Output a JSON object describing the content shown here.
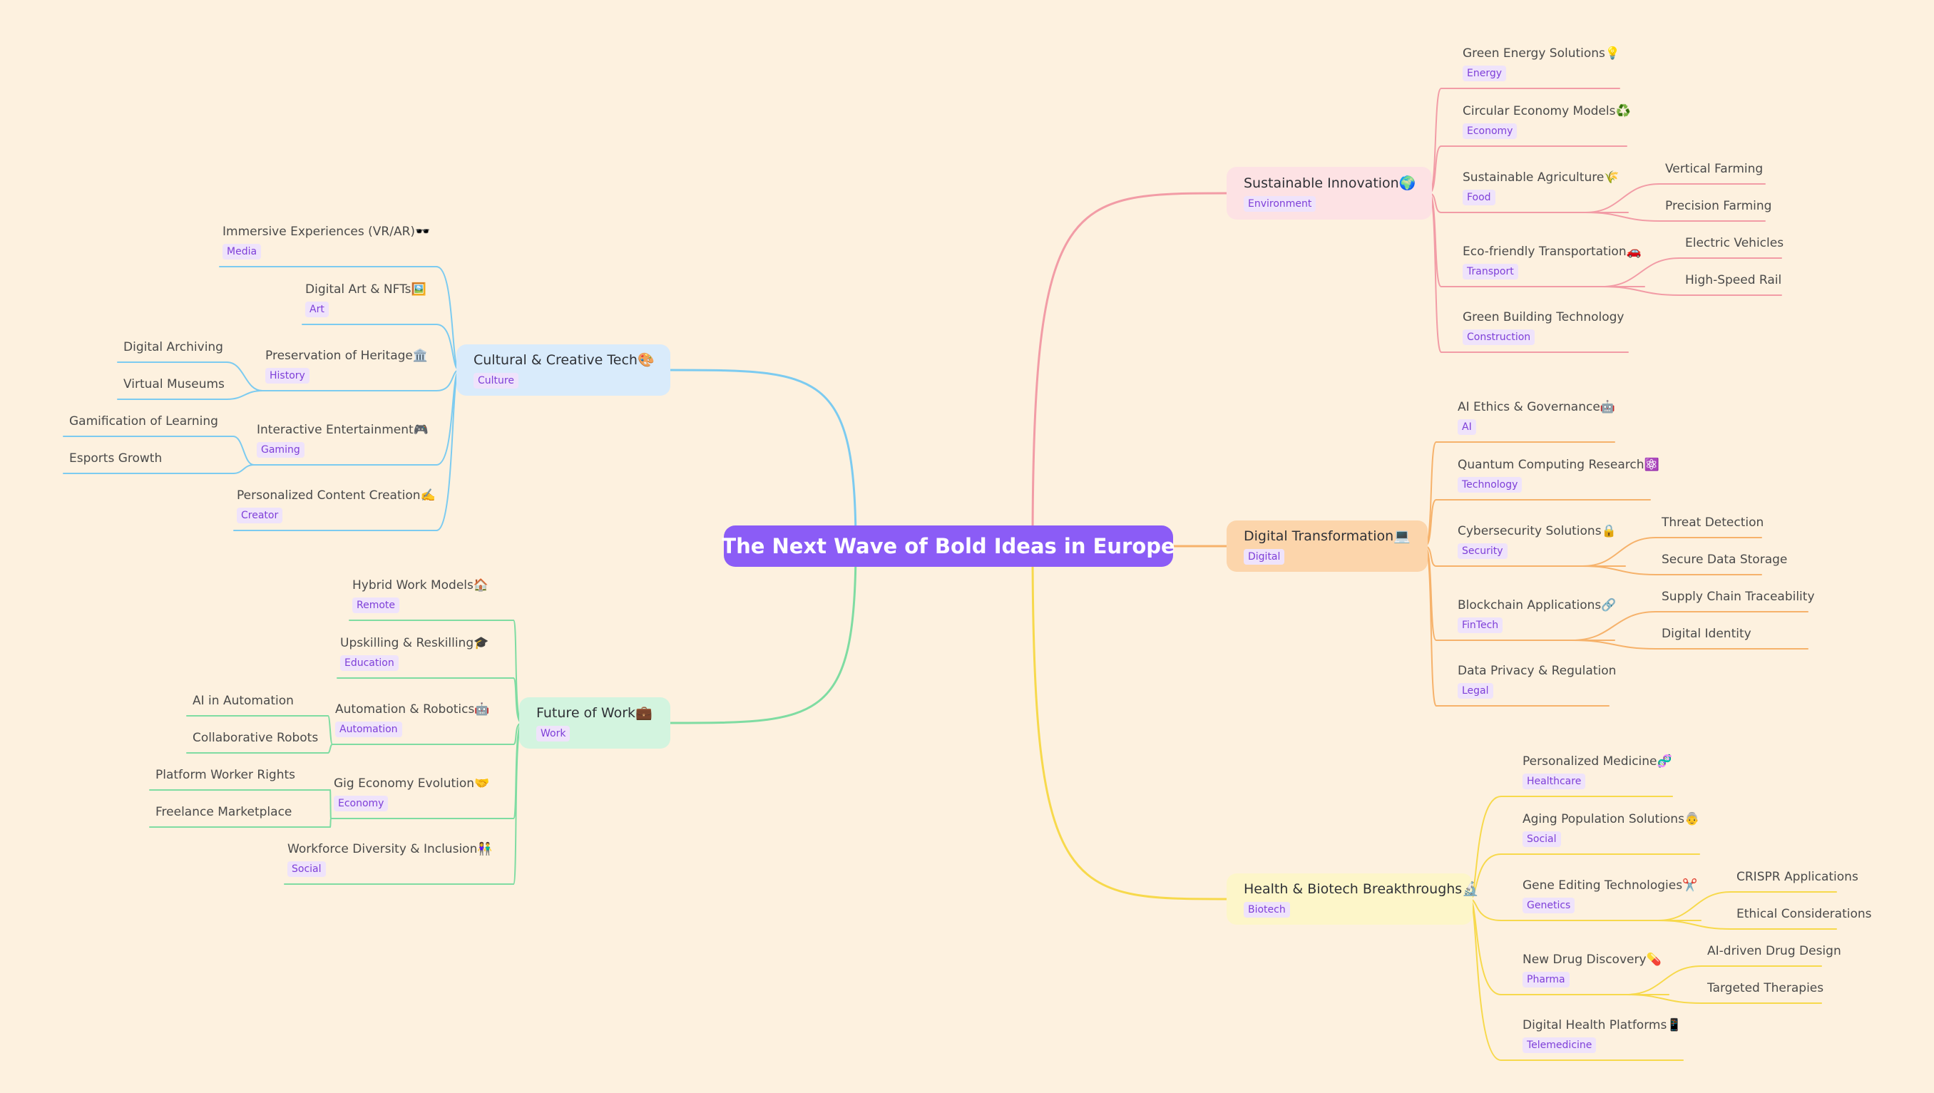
{
  "root": {
    "label": "The Next Wave of Bold Ideas in Europe",
    "color": "#8b5cf6"
  },
  "branches": [
    {
      "id": "sustainable",
      "title": "Sustainable Innovation🌍",
      "tag": "Environment",
      "color": "#f29ca6",
      "fill": "#fde2e4",
      "topics": [
        {
          "title": "Green Energy Solutions💡",
          "tag": "Energy",
          "children": []
        },
        {
          "title": "Circular Economy Models♻️",
          "tag": "Economy",
          "children": []
        },
        {
          "title": "Sustainable Agriculture🌾",
          "tag": "Food",
          "children": [
            "Vertical Farming",
            "Precision Farming"
          ]
        },
        {
          "title": "Eco-friendly Transportation🚗",
          "tag": "Transport",
          "children": [
            "Electric Vehicles",
            "High-Speed Rail"
          ]
        },
        {
          "title": "Green Building Technology",
          "tag": "Construction",
          "children": []
        }
      ]
    },
    {
      "id": "digital",
      "title": "Digital Transformation💻",
      "tag": "Digital",
      "color": "#f6b26b",
      "fill": "#fcd5ab",
      "topics": [
        {
          "title": "AI Ethics & Governance🤖",
          "tag": "AI",
          "children": []
        },
        {
          "title": "Quantum Computing Research⚛️",
          "tag": "Technology",
          "children": []
        },
        {
          "title": "Cybersecurity Solutions🔒",
          "tag": "Security",
          "children": [
            "Threat Detection",
            "Secure Data Storage"
          ]
        },
        {
          "title": "Blockchain Applications🔗",
          "tag": "FinTech",
          "children": [
            "Supply Chain Traceability",
            "Digital Identity"
          ]
        },
        {
          "title": "Data Privacy & Regulation",
          "tag": "Legal",
          "children": []
        }
      ]
    },
    {
      "id": "health",
      "title": "Health & Biotech Breakthroughs🔬",
      "tag": "Biotech",
      "color": "#f7d94c",
      "fill": "#fdf6c9",
      "topics": [
        {
          "title": "Personalized Medicine🧬",
          "tag": "Healthcare",
          "children": []
        },
        {
          "title": "Aging Population Solutions👵",
          "tag": "Social",
          "children": []
        },
        {
          "title": "Gene Editing Technologies✂️",
          "tag": "Genetics",
          "children": [
            "CRISPR Applications",
            "Ethical Considerations"
          ]
        },
        {
          "title": "New Drug Discovery💊",
          "tag": "Pharma",
          "children": [
            "AI-driven Drug Design",
            "Targeted Therapies"
          ]
        },
        {
          "title": "Digital Health Platforms📱",
          "tag": "Telemedicine",
          "children": []
        }
      ]
    },
    {
      "id": "culture",
      "title": "Cultural & Creative Tech🎨",
      "tag": "Culture",
      "color": "#7ccbf0",
      "fill": "#d9ebfb",
      "topics": [
        {
          "title": "Immersive Experiences (VR/AR)🕶️",
          "tag": "Media",
          "children": []
        },
        {
          "title": "Digital Art & NFTs🖼️",
          "tag": "Art",
          "children": []
        },
        {
          "title": "Preservation of Heritage🏛️",
          "tag": "History",
          "children": [
            "Digital Archiving",
            "Virtual Museums"
          ]
        },
        {
          "title": "Interactive Entertainment🎮",
          "tag": "Gaming",
          "children": [
            "Gamification of Learning",
            "Esports Growth"
          ]
        },
        {
          "title": "Personalized Content Creation✍️",
          "tag": "Creator",
          "children": []
        }
      ]
    },
    {
      "id": "work",
      "title": "Future of Work💼",
      "tag": "Work",
      "color": "#7fdca2",
      "fill": "#d3f4df",
      "topics": [
        {
          "title": "Hybrid Work Models🏠",
          "tag": "Remote",
          "children": []
        },
        {
          "title": "Upskilling & Reskilling🎓",
          "tag": "Education",
          "children": []
        },
        {
          "title": "Automation & Robotics🤖",
          "tag": "Automation",
          "children": [
            "AI in Automation",
            "Collaborative Robots"
          ]
        },
        {
          "title": "Gig Economy Evolution🤝",
          "tag": "Economy",
          "children": [
            "Platform Worker Rights",
            "Freelance Marketplace"
          ]
        },
        {
          "title": "Workforce Diversity & Inclusion👫",
          "tag": "Social",
          "children": []
        }
      ]
    }
  ]
}
